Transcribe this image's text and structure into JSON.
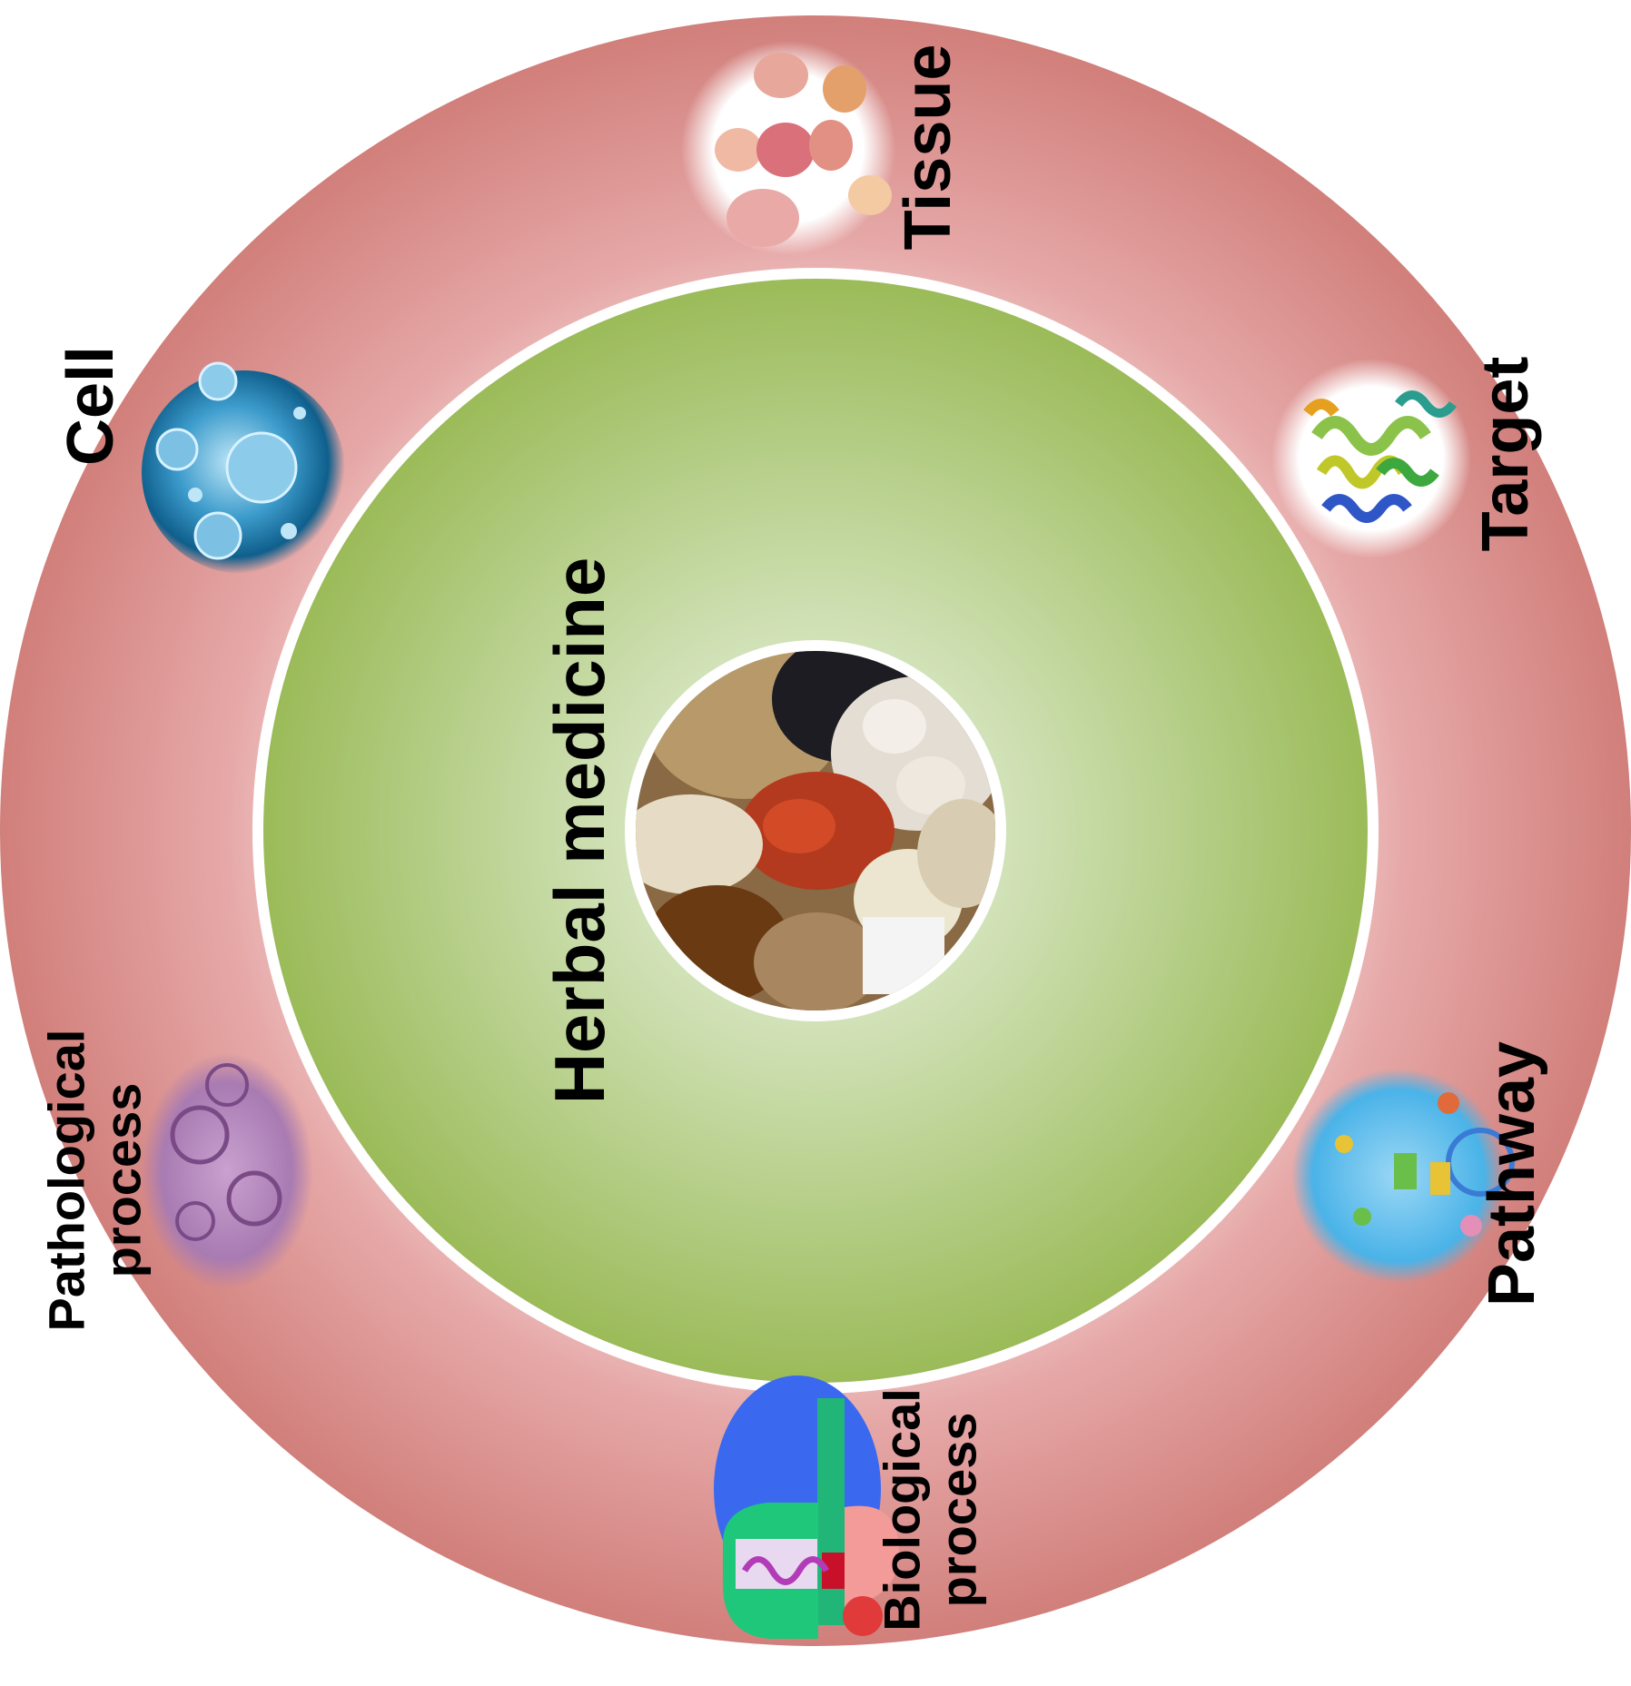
{
  "center": {
    "label": "Herbal medicine"
  },
  "outer_ring": {
    "items": [
      {
        "label": "Tissue",
        "icon": "organs-icon"
      },
      {
        "label": "Target",
        "icon": "protein-structure-icon"
      },
      {
        "label": "Pathway",
        "icon": "signaling-pathway-icon"
      },
      {
        "label_line1": "Biological",
        "label_line2": "process",
        "icon": "translation-ribosome-icon"
      },
      {
        "label_line1": "Pathological",
        "label_line2": "process",
        "icon": "histology-icon"
      },
      {
        "label": "Cell",
        "icon": "cells-icon"
      }
    ]
  },
  "colors": {
    "outer_ring": "#d4837f",
    "outer_ring_light": "#efc3c2",
    "inner_disc": "#9bbb59",
    "inner_disc_light": "#e8f1d9",
    "divider": "#ffffff"
  }
}
